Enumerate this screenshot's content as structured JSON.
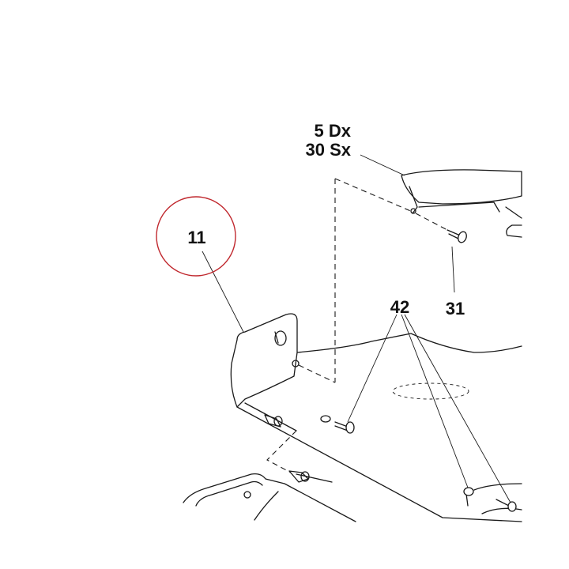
{
  "callouts": {
    "part_5_dx": "5 Dx",
    "part_30_sx": "30 Sx",
    "part_11": "11",
    "part_42": "42",
    "part_31": "31"
  },
  "colors": {
    "line": "#1a1a1a",
    "highlight_circle": "#c0282e",
    "background": "#ffffff"
  }
}
